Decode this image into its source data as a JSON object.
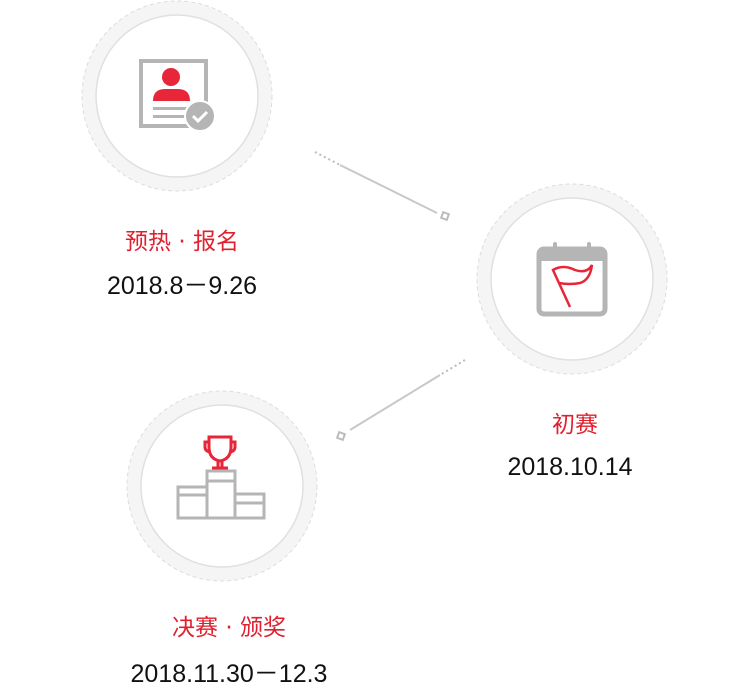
{
  "accent_color": "#e0202e",
  "stages": [
    {
      "title": "预热 · 报名",
      "date": "2018.8－9.26",
      "icon": "registration-card-check-icon"
    },
    {
      "title": "初赛",
      "date": "2018.10.14",
      "icon": "calendar-flag-icon"
    },
    {
      "title": "决赛 · 颁奖",
      "date": "2018.11.30－12.3",
      "icon": "trophy-podium-icon"
    }
  ]
}
